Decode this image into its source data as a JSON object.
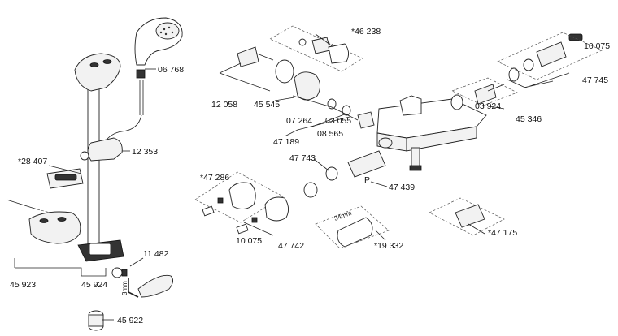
{
  "part_labels": [
    {
      "key": "p06768",
      "text": "06 768"
    },
    {
      "key": "p12353",
      "text": "12 353"
    },
    {
      "key": "p28407",
      "text": "*28 407"
    },
    {
      "key": "p45923",
      "text": "45 923"
    },
    {
      "key": "p45924",
      "text": "45 924"
    },
    {
      "key": "p11482",
      "text": "11 482"
    },
    {
      "key": "p45922",
      "text": "45 922"
    },
    {
      "key": "p46238",
      "text": "*46 238"
    },
    {
      "key": "p12058",
      "text": "12 058"
    },
    {
      "key": "p45545",
      "text": "45 545"
    },
    {
      "key": "p07264",
      "text": "07 264"
    },
    {
      "key": "p03055",
      "text": "03 055"
    },
    {
      "key": "p08565",
      "text": "08 565"
    },
    {
      "key": "p47189",
      "text": "47 189"
    },
    {
      "key": "p10075a",
      "text": "10 075"
    },
    {
      "key": "p47745",
      "text": "47 745"
    },
    {
      "key": "p03924",
      "text": "03 924"
    },
    {
      "key": "p45346",
      "text": "45 346"
    },
    {
      "key": "p47743",
      "text": "47 743"
    },
    {
      "key": "p47439",
      "text": "47 439"
    },
    {
      "key": "p47286",
      "text": "*47 286"
    },
    {
      "key": "p10075b",
      "text": "10 075"
    },
    {
      "key": "p47742",
      "text": "47 742"
    },
    {
      "key": "p19332",
      "text": "*19 332"
    },
    {
      "key": "p47175",
      "text": "*47 175"
    }
  ],
  "markings": {
    "p_letter": "P",
    "size_34": "34mm",
    "size_3": "3mm"
  }
}
